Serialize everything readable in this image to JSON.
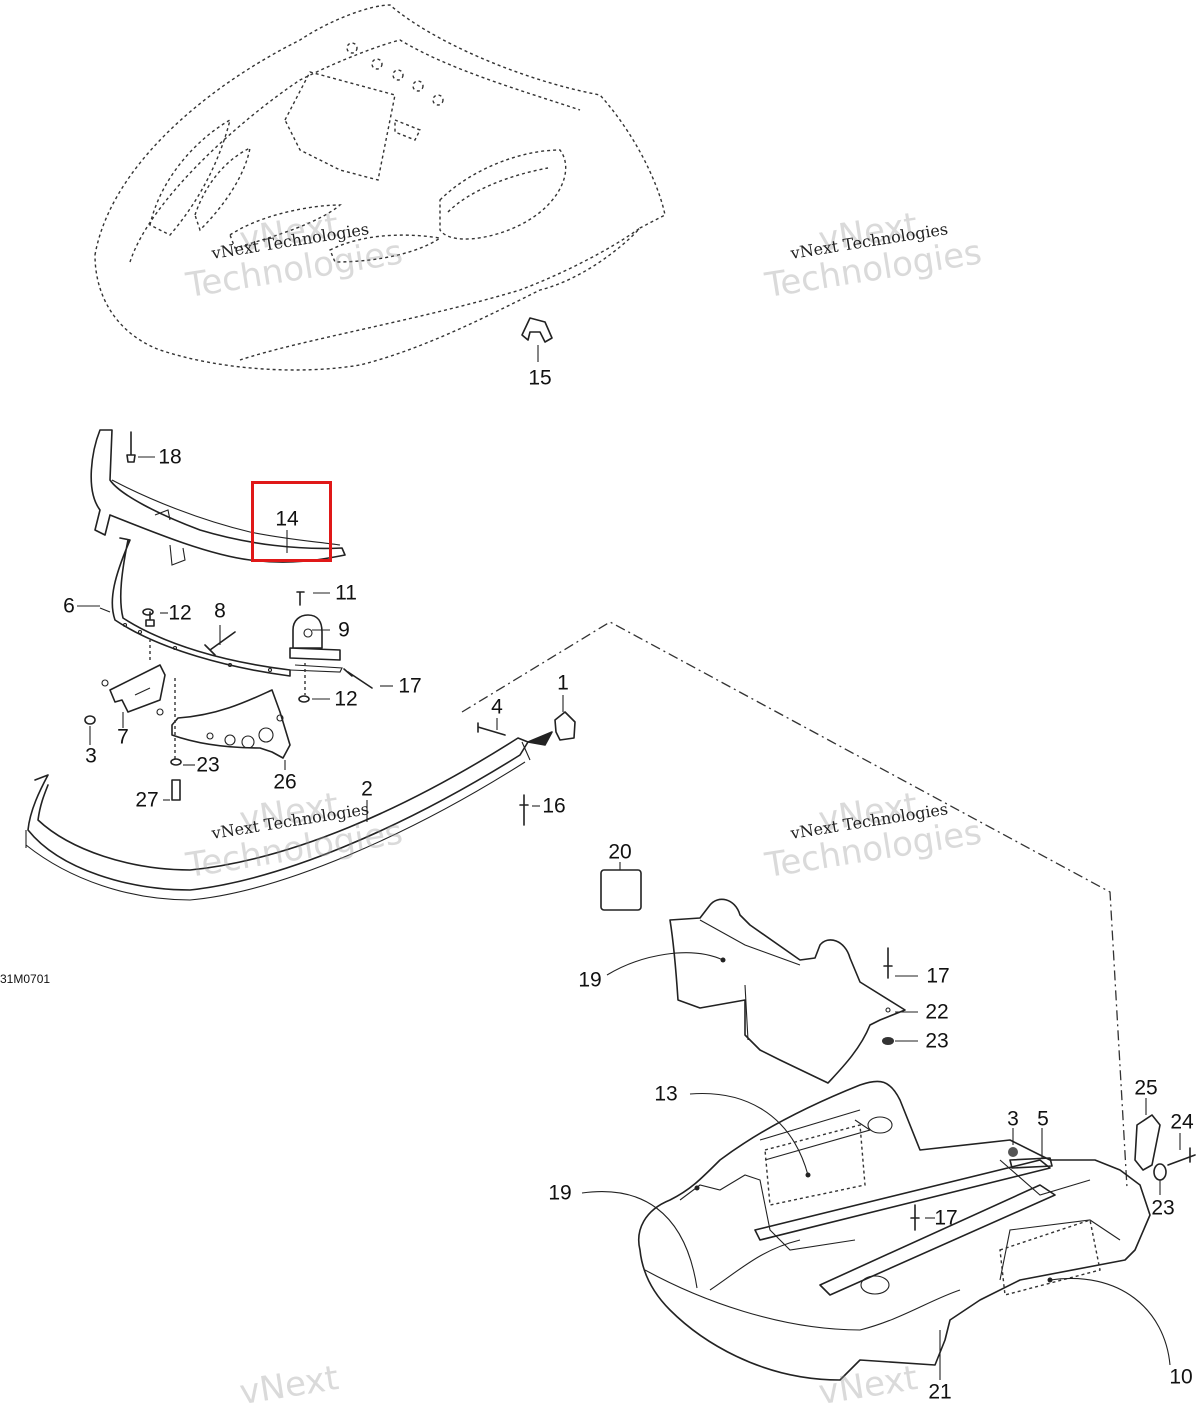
{
  "diagram_code": "31M0701",
  "watermark": {
    "brand": "vNext",
    "main": "Technologies",
    "sub": "vNext Technologies"
  },
  "highlight": {
    "part": "14",
    "color": "#e01818"
  },
  "callouts": {
    "c1": "1",
    "c2": "2",
    "c3a": "3",
    "c3b": "3",
    "c4": "4",
    "c5": "5",
    "c6": "6",
    "c7": "7",
    "c8": "8",
    "c9": "9",
    "c10": "10",
    "c11": "11",
    "c12a": "12",
    "c12b": "12",
    "c13": "13",
    "c14": "14",
    "c15": "15",
    "c16": "16",
    "c17a": "17",
    "c17b": "17",
    "c17c": "17",
    "c18": "18",
    "c19a": "19",
    "c19b": "19",
    "c20": "20",
    "c21": "21",
    "c22": "22",
    "c23a": "23",
    "c23b": "23",
    "c23c": "23",
    "c24": "24",
    "c25": "25",
    "c26": "26",
    "c27": "27"
  }
}
